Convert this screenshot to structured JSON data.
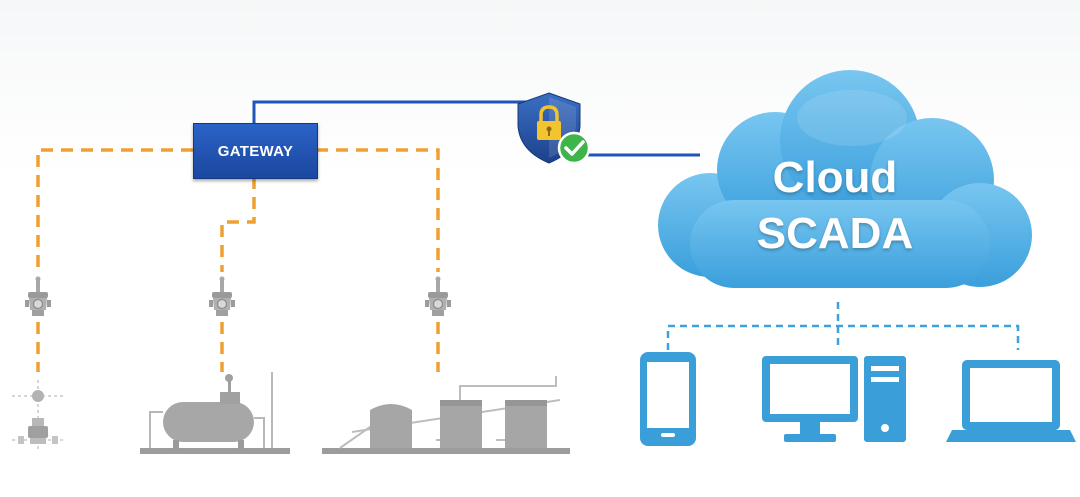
{
  "gateway": {
    "label": "GATEWAY"
  },
  "cloud": {
    "line1": "Cloud",
    "line2": "SCADA"
  },
  "icons": {
    "secure_link": "shield-lock-check-icon",
    "sensors": [
      "wireless-transmitter-icon",
      "wireless-transmitter-icon",
      "wireless-transmitter-icon"
    ],
    "field_assets": [
      "pipeline-valves-icon",
      "storage-tank-icon",
      "tank-battery-icon"
    ],
    "clients": [
      "smartphone-icon",
      "desktop-computer-icon",
      "laptop-icon"
    ]
  },
  "colors": {
    "wireless_link": "#f0a030",
    "wired_link": "#1f55b6",
    "cloud": "#4aace6",
    "client_link": "#3aa3dd",
    "device": "#3a9fd8",
    "equipment": "#9a9a9a",
    "check": "#3db54a"
  }
}
